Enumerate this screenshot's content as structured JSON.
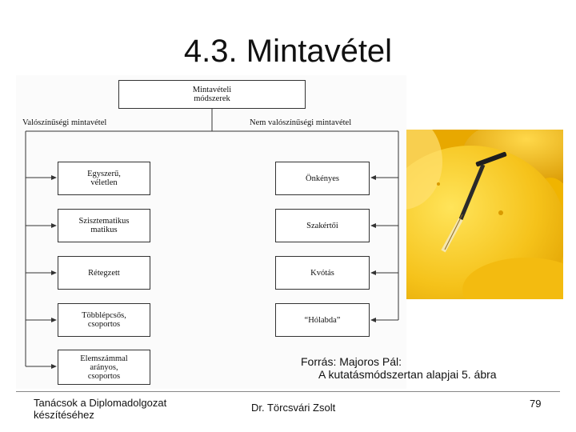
{
  "slide": {
    "title": "4.3. Mintavétel",
    "page_number": "79"
  },
  "diagram": {
    "root": "Mintavételi\nmódszerek",
    "left_header": "Valószínűségi mintavétel",
    "right_header": "Nem valószínűségi mintavétel",
    "left_items": [
      "Egyszerű,\nvéletlen",
      "Szisztematikus\nmatikus",
      "Rétegzett",
      "Többlépcsős,\ncsoportos",
      "Elemszámmal\narányos,\ncsoportos"
    ],
    "right_items": [
      "Önkényes",
      "Szakértői",
      "Kvótás",
      "“Hólabda”"
    ]
  },
  "source": {
    "line1": "Forrás: Majoros Pál:",
    "line2": "A kutatásmódszertan alapjai 5. ábra"
  },
  "footer": {
    "left": "Tanácsok a Diplomadolgozat\nkészítéséhez",
    "center": "Dr. Törcsvári Zsolt"
  },
  "colors": {
    "cheese": "#f5c21a",
    "background": "#ffffff"
  }
}
